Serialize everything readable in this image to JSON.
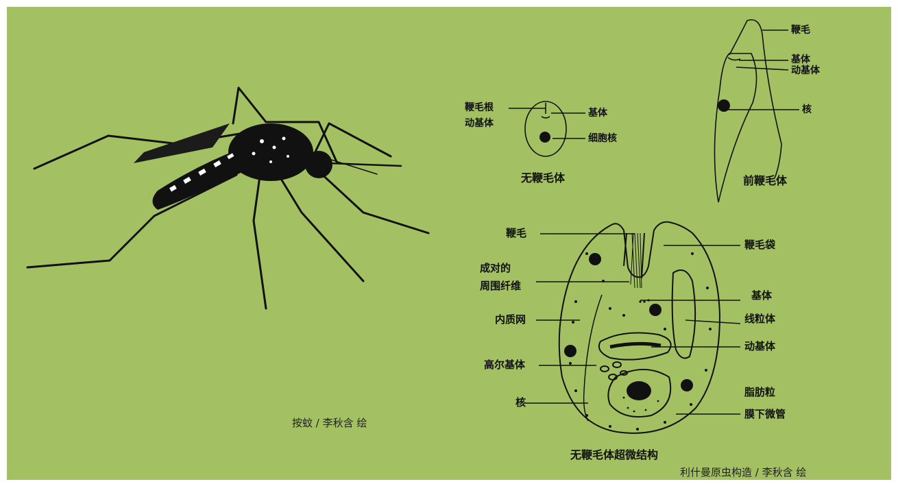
{
  "background_color": "#a3c063",
  "mosquito": {
    "credit": "按蚊 / 李秋含  绘"
  },
  "amastigote": {
    "title": "无鞭毛体",
    "labels": {
      "flagellum_root": "鞭毛根",
      "kinetoplast": "动基体",
      "basal_body": "基体",
      "nucleus": "细胞核"
    }
  },
  "promastigote": {
    "title": "前鞭毛体",
    "labels": {
      "flagellum": "鞭毛",
      "basal_body": "基体",
      "kinetoplast": "动基体",
      "nucleus": "核"
    }
  },
  "ultrastructure": {
    "title": "无鞭毛体超微结构",
    "labels_left": {
      "flagellum": "鞭毛",
      "paired_fibers_line1": "成对的",
      "paired_fibers_line2": "周围纤维",
      "er": "内质网",
      "golgi": "高尔基体",
      "nucleus": "核"
    },
    "labels_right": {
      "flagellar_pocket": "鞭毛袋",
      "basal_body": "基体",
      "mitochondrion": "线粒体",
      "kinetoplast": "动基体",
      "lipid": "脂肪粒",
      "microtubules": "膜下微管"
    }
  },
  "figure_credit": "利什曼原虫构造 / 李秋含  绘"
}
